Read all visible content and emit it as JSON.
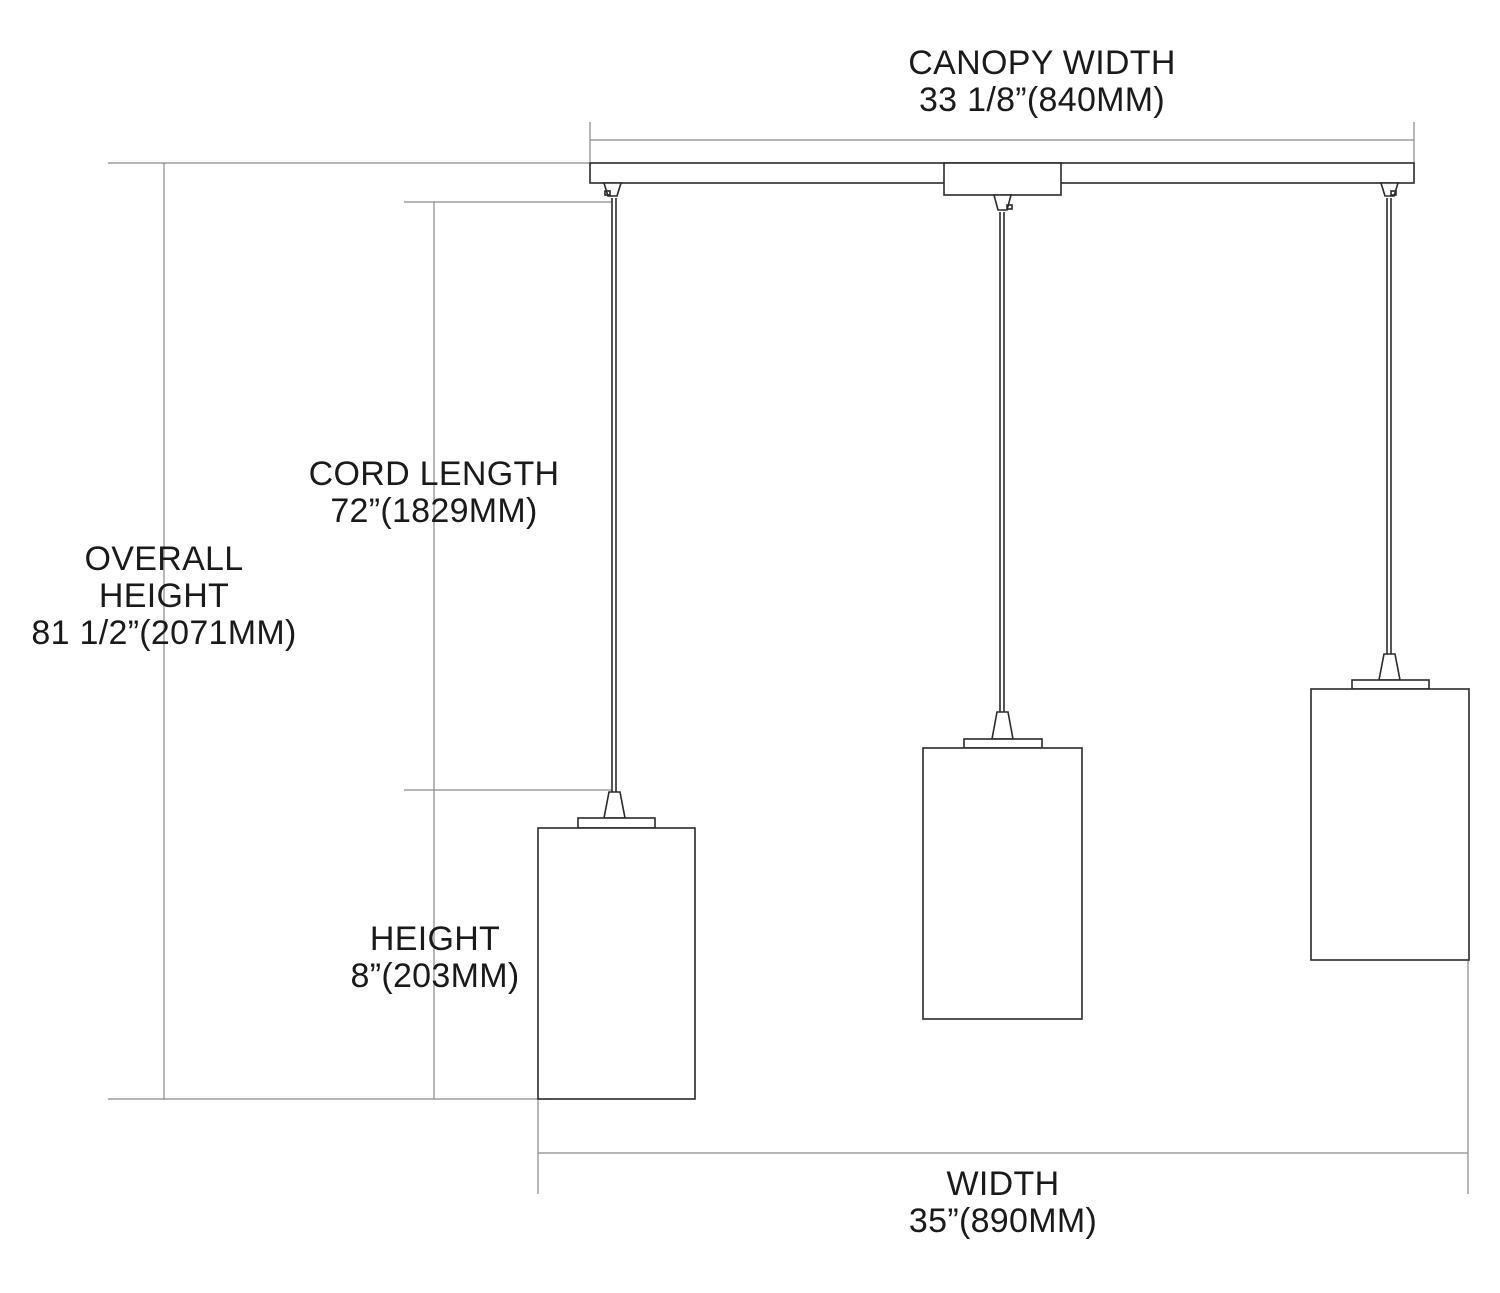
{
  "colors": {
    "line": "#2a2a2a",
    "dim_line": "#8a8a8a",
    "text": "#1a1a1a",
    "background": "#ffffff"
  },
  "dimensions": {
    "canopy_width": {
      "label": "CANOPY WIDTH",
      "value": "33 1/8”(840MM)"
    },
    "cord_length": {
      "label": "CORD LENGTH",
      "value": "72”(1829MM)"
    },
    "overall_height": {
      "label_line1": "OVERALL",
      "label_line2": "HEIGHT",
      "value": "81 1/2”(2071MM)"
    },
    "height": {
      "label": "HEIGHT",
      "value": "8”(203MM)"
    },
    "width": {
      "label": "WIDTH",
      "value": "35”(890MM)"
    }
  }
}
